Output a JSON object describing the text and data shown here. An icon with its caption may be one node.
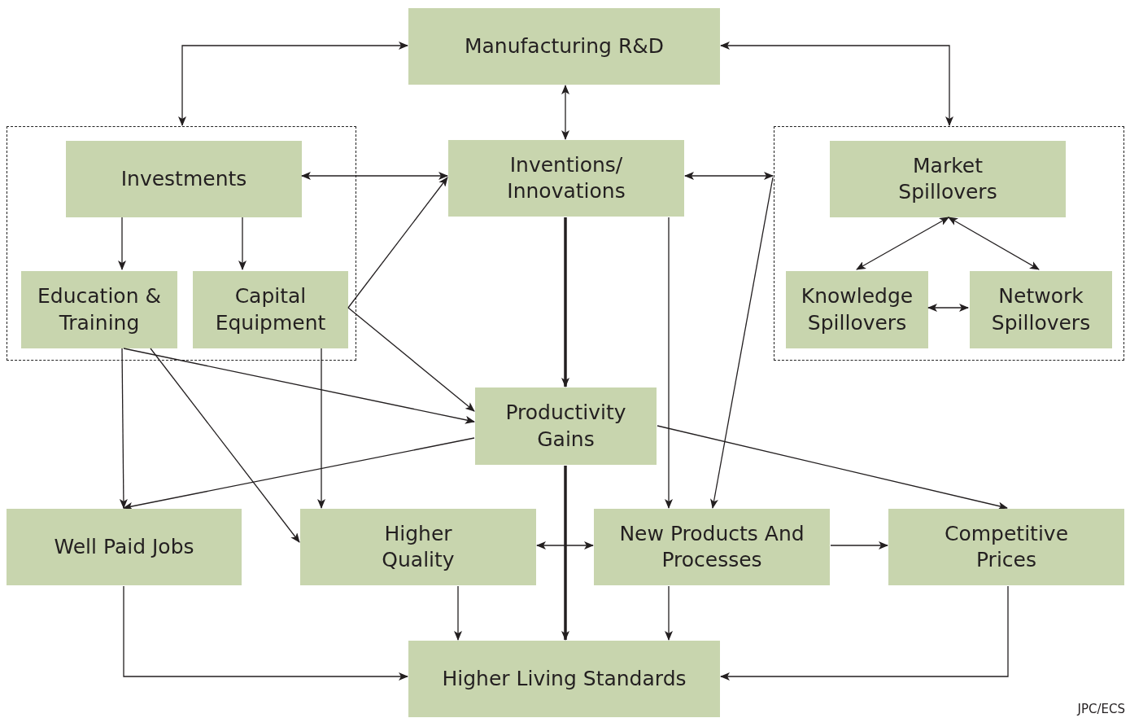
{
  "diagram": {
    "nodes": [
      {
        "text": [
          "Manufacturing R&D"
        ]
      },
      {
        "text": [],
        "shape": "box"
      },
      {
        "text": [
          "Investments"
        ],
        "in": 1
      },
      {
        "text": [
          "Education & Training"
        ],
        "in": 1
      },
      {
        "text": [
          "Capital Equipment"
        ],
        "in": 1
      },
      {
        "text": [
          "Inventions/ Innovations"
        ]
      },
      {
        "text": [],
        "shape": "box"
      },
      {
        "text": [
          "Market Spillovers"
        ],
        "in": 6
      },
      {
        "text": [
          "Knowledge Spillovers"
        ],
        "in": 6
      },
      {
        "text": [
          "Network Spillovers"
        ],
        "in": 6
      },
      {
        "text": [
          "Productivity Gains"
        ]
      },
      {
        "text": [
          "Well Paid Jobs"
        ]
      },
      {
        "text": [
          "Higher Quality"
        ]
      },
      {
        "text": [
          "New Products And Processes"
        ]
      },
      {
        "text": [
          "Competitive Prices"
        ]
      },
      {
        "text": [
          "Higher Living Standards"
        ]
      }
    ],
    "edges": [
      {
        "from": 1,
        "to": 0,
        "arrow": "both"
      },
      {
        "from": 0,
        "to": 5,
        "arrow": "both"
      },
      {
        "from": 0,
        "to": 6,
        "arrow": "both"
      },
      {
        "from": 2,
        "to": 5,
        "arrow": "both"
      },
      {
        "from": 5,
        "to": 6,
        "arrow": "both"
      },
      {
        "from": 2,
        "to": 3,
        "arrow": "to"
      },
      {
        "from": 2,
        "to": 4,
        "arrow": "to"
      },
      {
        "from": 7,
        "to": 8,
        "arrow": "both"
      },
      {
        "from": 7,
        "to": 9,
        "arrow": "both"
      },
      {
        "from": 8,
        "to": 9,
        "arrow": "both"
      },
      {
        "from": 4,
        "to": 5,
        "arrow": "to"
      },
      {
        "from": 4,
        "to": 10,
        "arrow": "to"
      },
      {
        "from": 3,
        "to": 10,
        "arrow": "to"
      },
      {
        "from": 3,
        "to": 11,
        "arrow": "to"
      },
      {
        "from": 3,
        "to": 12,
        "arrow": "to"
      },
      {
        "from": 4,
        "to": 12,
        "arrow": "to"
      },
      {
        "from": 5,
        "to": 10,
        "arrow": "to",
        "style": "thick"
      },
      {
        "from": 5,
        "to": 13,
        "arrow": "to"
      },
      {
        "from": 6,
        "to": 13,
        "arrow": "to"
      },
      {
        "from": 10,
        "to": 11,
        "arrow": "to"
      },
      {
        "from": 10,
        "to": 14,
        "arrow": "to"
      },
      {
        "from": 10,
        "to": 15,
        "arrow": "to",
        "style": "thick"
      },
      {
        "from": 12,
        "to": 13,
        "arrow": "both"
      },
      {
        "from": 13,
        "to": 14,
        "arrow": "to"
      },
      {
        "from": 12,
        "to": 15,
        "arrow": "to"
      },
      {
        "from": 13,
        "to": 15,
        "arrow": "to"
      },
      {
        "from": 11,
        "to": 15,
        "arrow": "to"
      },
      {
        "from": 14,
        "to": 15,
        "arrow": "to"
      }
    ],
    "labels": [
      "JPC/ECS"
    ]
  }
}
